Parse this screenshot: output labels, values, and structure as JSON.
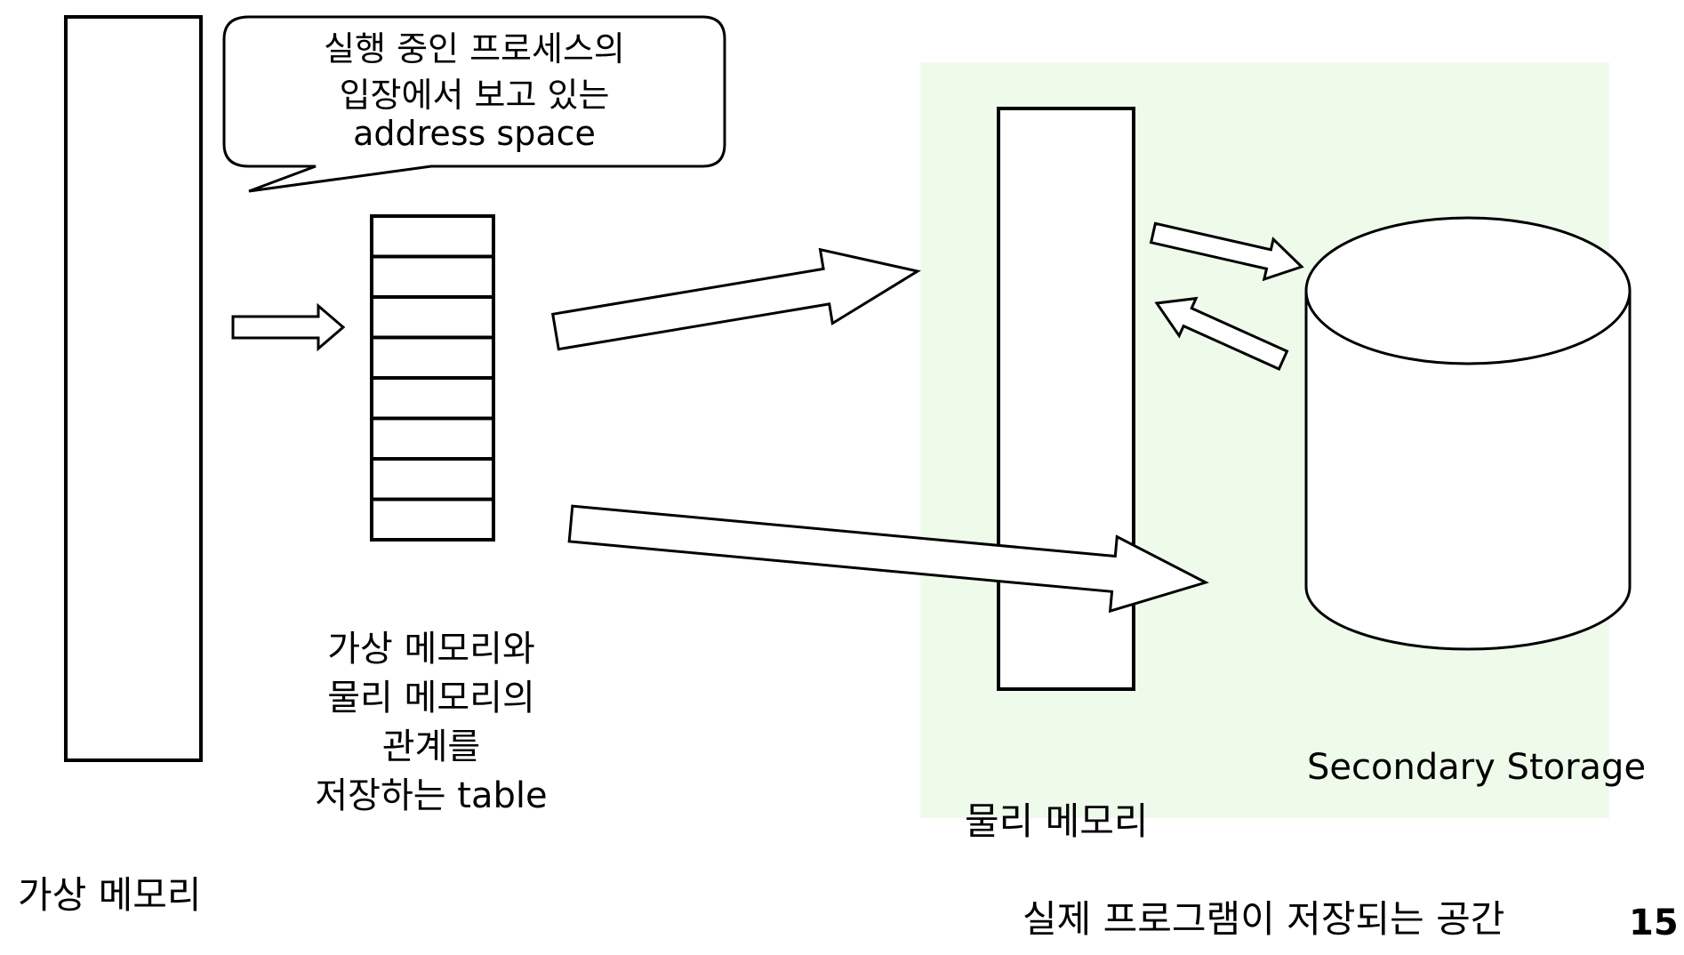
{
  "colors": {
    "physical_region_bg": "#eefbeb",
    "stroke": "#000000",
    "fill": "#ffffff"
  },
  "callout": {
    "line1": "실행 중인 프로세스의",
    "line2": "입장에서 보고 있는",
    "line3": "address space"
  },
  "virtual_memory": {
    "label": "가상 메모리"
  },
  "page_table": {
    "rows": 8,
    "line1": "가상 메모리와",
    "line2": "물리 메모리의",
    "line3": "관계를",
    "line4": "저장하는 table"
  },
  "physical_memory": {
    "label": "물리 메모리"
  },
  "secondary_storage": {
    "label": "Secondary Storage",
    "caption": "실제 프로그램이 저장되는 공간"
  },
  "page_number": "15"
}
